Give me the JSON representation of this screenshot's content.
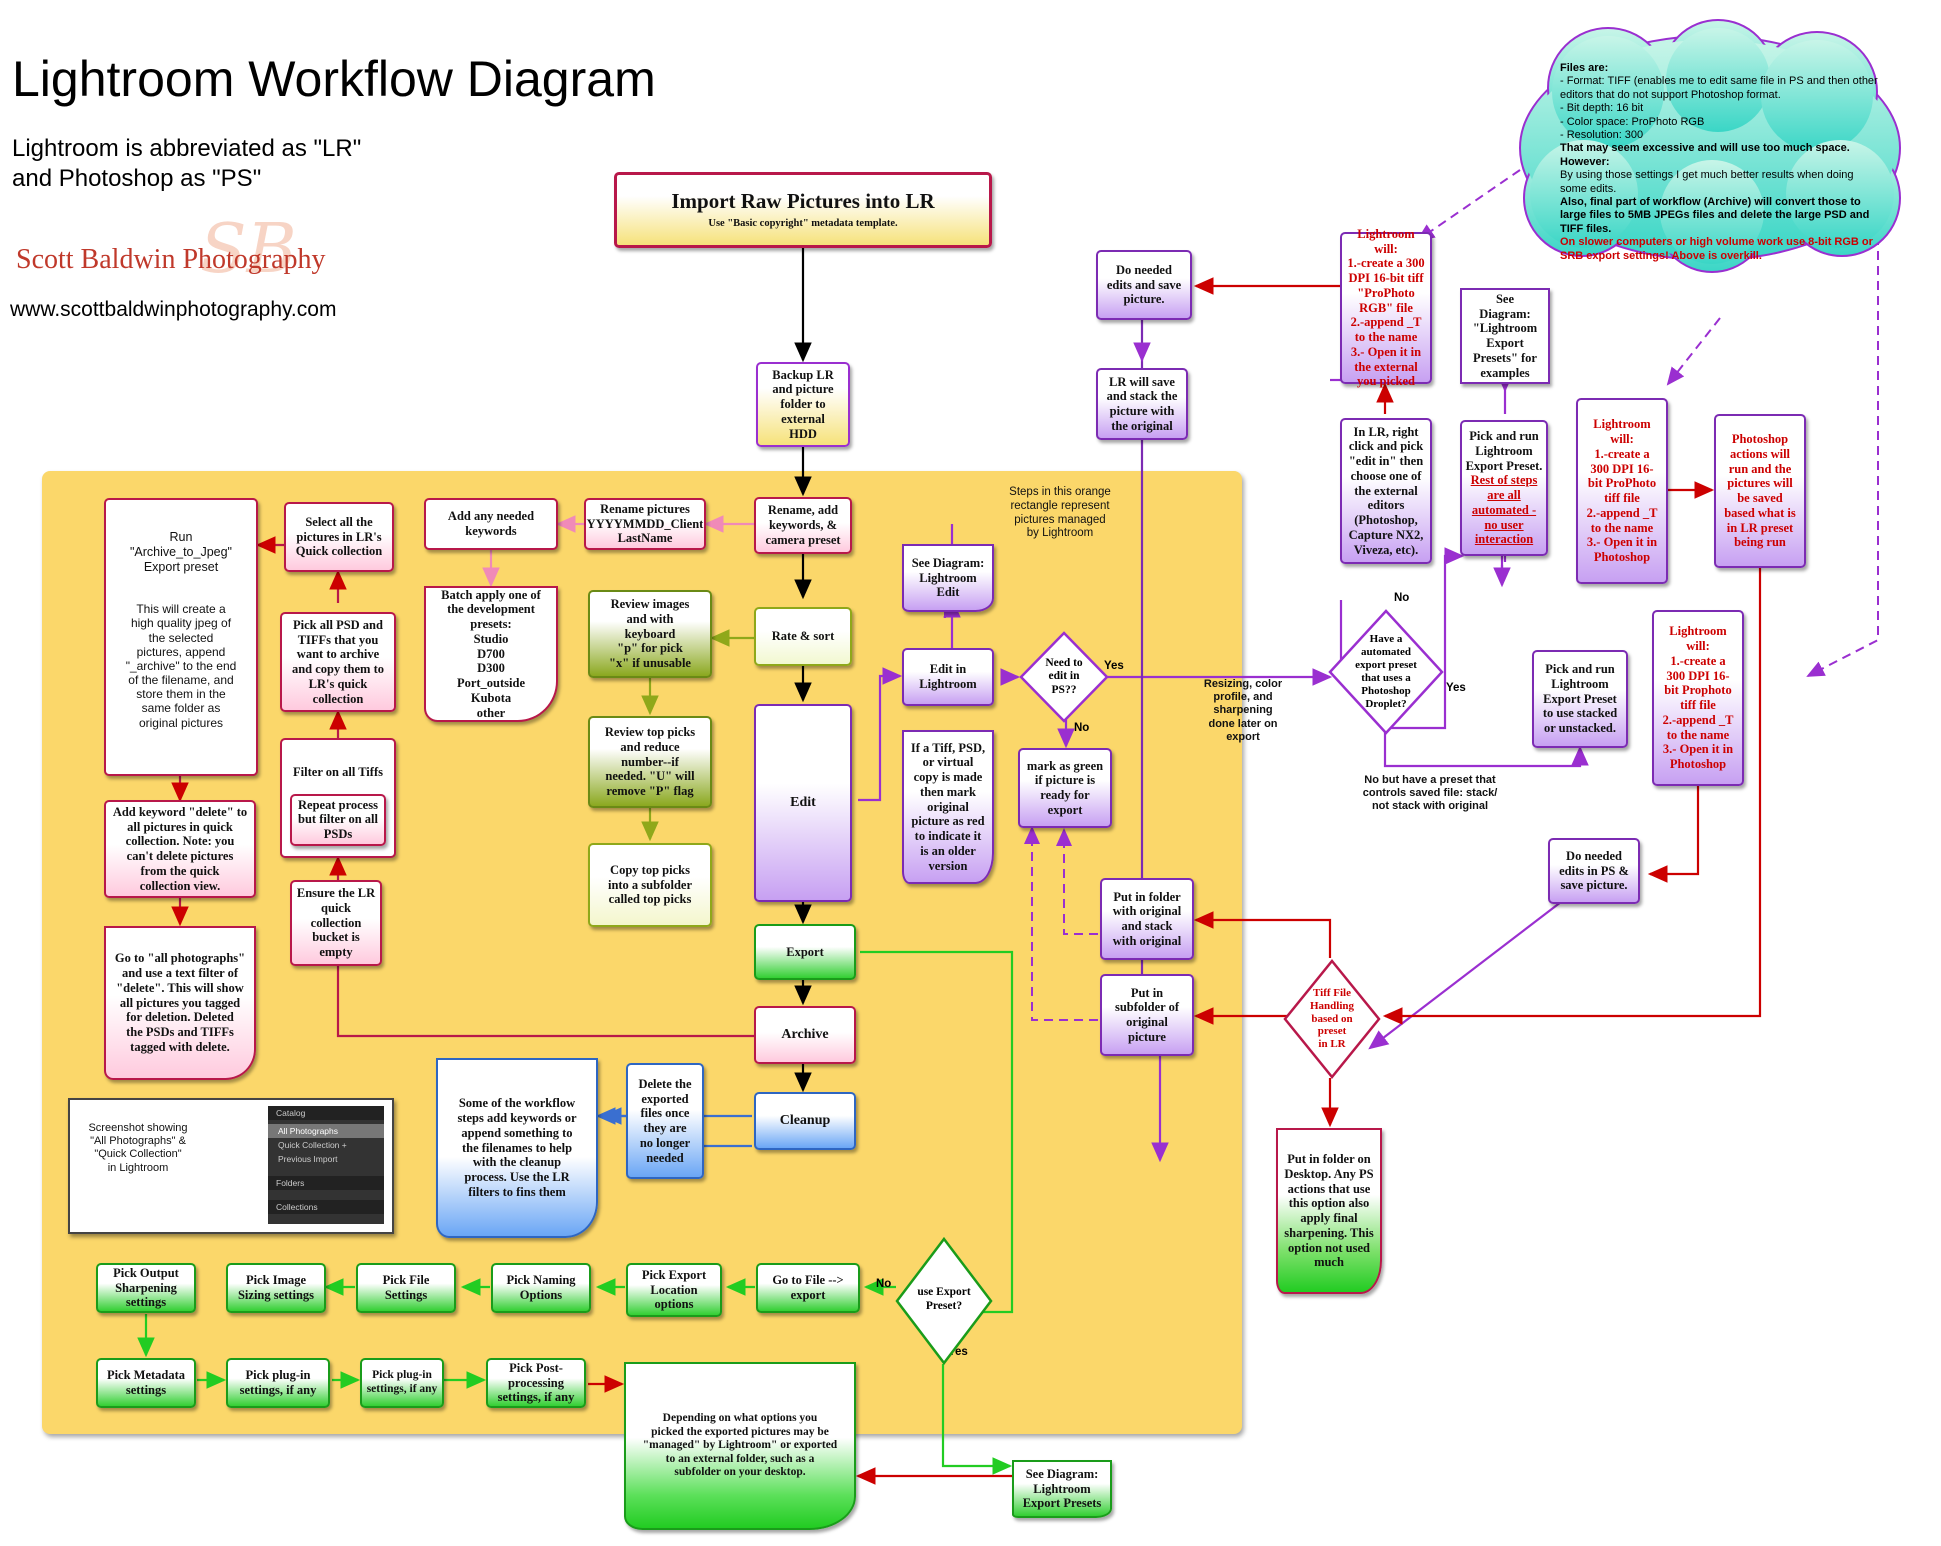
{
  "title": "Lightroom Workflow Diagram",
  "subtitle": "Lightroom is abbreviated as \"LR\"\nand Photoshop as \"PS\"",
  "brand": {
    "name": "Scott Baldwin Photography",
    "monogram": "SB",
    "url": "www.scottbaldwinphotography.com"
  },
  "colors": {
    "orange_area": "#fbd76a",
    "pink_border": "#b8184a",
    "purple_border": "#7c2bb3",
    "green_border": "#1a9c1a",
    "blue_border": "#2e66c2",
    "arrow_red": "#cc0000",
    "arrow_purple": "#9a2fd0",
    "arrow_green": "#33dd33"
  },
  "orange_note": "Steps in this orange\nrectangle represent\npictures  managed\nby Lightroom",
  "cloud": {
    "l1": "Files are:",
    "l2": "- Format: TIFF (enables me to edit same file in PS and then other editors that do not support Photoshop format.",
    "l3": " - Bit depth: 16 bit",
    "l4": " - Color space: ProPhoto RGB",
    "l5": " - Resolution: 300",
    "l6": "That may seem excessive and will use too much space. However:",
    "l7": "By using those settings I get much better results when doing some edits.",
    "l8": "Also, final part of workflow (Archive) will convert those to large files to 5MB JPEGs files and delete the large PSD and TIFF files.",
    "l9": "On slower computers or high volume work use 8-bit RGB or SRB export settings! Above is overkill."
  },
  "import": {
    "title": "Import Raw Pictures into LR",
    "sub": "Use \"Basic copyright\" metadata template."
  },
  "nodes": {
    "backup": "Backup LR\nand picture\nfolder to\nexternal\nHDD",
    "rename_add": "Rename, add\nkeywords, &\ncamera preset",
    "rename_pics": "Rename  pictures\nYYYYMMDD_Client\nLastName",
    "add_keywords": "Add any needed\nkeywords",
    "batch": "Batch apply one of\nthe development\npresets:\nStudio\nD700\nD300\nPort_outside\nKubota\nother",
    "rate_sort": "Rate & sort",
    "review1": "Review images\nand with\nkeyboard\n\"p\" for pick\n\"x\" if unusable",
    "review2": "Review top picks\nand reduce\nnumber--if\nneeded. \"U\" will\nremove \"P\" flag",
    "copy_top": "Copy top picks\ninto a subfolder\ncalled top picks",
    "edit": "Edit",
    "export": "Export",
    "archive": "Archive",
    "cleanup": "Cleanup",
    "delete_exported": "Delete the\nexported\nfiles once\nthey are\nno longer\nneeded",
    "workflow_note": "Some of the workflow\nsteps add keywords or\nappend something to\nthe filenames to help\nwith the cleanup\nprocess. Use the LR\nfilters to fins them",
    "run_archive_a": "Run\n\"Archive_to_Jpeg\"\nExport preset",
    "run_archive_b": "This will create a\nhigh quality jpeg of\nthe selected\npictures, append\n\"_archive\" to the end\nof the filename, and\nstore them in the\nsame folder as\noriginal pictures",
    "select_all": "Select all the\npictures in LR's\nQuick collection",
    "pick_psd": "Pick all PSD and\nTIFFs that you\nwant to archive\nand copy them to\nLR's quick\ncollection",
    "filter_tiffs": "Filter on all Tiffs",
    "repeat_process": "Repeat process\nbut filter on all\nPSDs",
    "ensure_lr": "Ensure the LR\nquick\ncollection\nbucket is\nempty",
    "add_keyword_delete": "Add keyword \"delete\" to\nall pictures in quick\ncollection.  Note: you\ncan't delete pictures\nfrom the quick\ncollection view.",
    "go_all_photos": "Go to \"all photographs\"\nand use a text filter of\n\"delete\". This will show\nall pictures you tagged\nfor deletion. Deleted\nthe PSDs and TIFFs\ntagged with delete.",
    "see_lr_edit": "See Diagram:\nLightroom\nEdit",
    "edit_in_lr": "Edit in\nLightroom",
    "need_edit_ps": "Need to\nedit in\nPS??",
    "mark_green": "mark as green\nif picture is\nready for\nexport",
    "if_tiff": "If a Tiff, PSD,\nor virtual\ncopy is made\nthen mark\noriginal\npicture as red\nto indicate it\nis an older\nversion",
    "put_folder_stack": "Put in folder\nwith original\nand stack\nwith original",
    "put_subfolder": "Put in\nsubfolder of\noriginal\npicture",
    "do_needed_edits": "Do needed\nedits and save\npicture.",
    "lr_will_save": "LR will save\nand stack the\npicture with\nthe original",
    "lr_will_red": "Lightroom will:\n1.-create a 300\nDPI 16-bit tiff\n\"ProPhoto\nRGB\" file\n2.-append _T\nto the name\n3.- Open it in\nthe external\nyou picked",
    "in_lr_right": "In LR, right\nclick and pick\n\"edit in\" then\nchoose one of\nthe external\neditors\n(Photoshop,\nCapture NX2,\nViveza, etc).",
    "see_diagram_export": "See\nDiagram:\n\"Lightroom\nExport\nPresets\" for\nexamples",
    "pick_run_preset_a": "Pick and run\nLightroom\nExport Preset.",
    "pick_run_preset_b": "Rest of steps\nare all\nautomated -\nno user\ninteraction",
    "lr_will_1": "Lightroom\nwill:\n1.-create a\n300 DPI 16-\nbit ProPhoto\ntiff file\n2.-append _T\nto the name\n3.- Open it in\nPhotoshop",
    "ps_actions": "Photoshop\nactions will\nrun and the\npictures will\nbe saved\nbased what is\nin LR preset\nbeing run",
    "have_auto": "Have a\nautomated\nexport preset\nthat uses a\nPhotoshop\nDroplet?",
    "pick_run_stacked": "Pick and run\nLightroom\nExport Preset\nto use stacked\nor unstacked.",
    "lr_will_2": "Lightroom\nwill:\n1.-create a\n300 DPI 16-\nbit Prophoto\ntiff file\n2.-append _T\nto the name\n3.- Open it in\nPhotoshop",
    "do_needed_ps": "Do needed\nedits in PS &\nsave picture.",
    "tiff_handling": "Tiff File\nHandling\nbased on\npreset\nin LR",
    "put_desktop": "Put in folder on\nDesktop. Any PS\nactions that use\nthis option also\napply final\nsharpening. This\noption not used\nmuch",
    "use_export_preset": "use Export\nPreset?",
    "go_file_export": "Go to File -->\nexport",
    "pick_export_location": "Pick Export\nLocation\noptions",
    "pick_naming": "Pick Naming\nOptions",
    "pick_file_settings": "Pick File\nSettings",
    "pick_image_sizing": "Pick Image\nSizing settings",
    "pick_output_sharp": "Pick Output\nSharpening\nsettings",
    "pick_metadata": "Pick Metadata\nsettings",
    "pick_plugin1": "Pick plug-in\nsettings, if any",
    "pick_plugin2": "Pick plug-in\nsettings, if any",
    "pick_post": "Pick Post-\nprocessing\nsettings, if any",
    "depending": "Depending on what options you\npicked the exported pictures may be\n\"managed\" by Lightroom\" or exported\nto an external folder, such as a\nsubfolder on your desktop.",
    "see_lr_export_presets": "See Diagram:\nLightroom\nExport Presets"
  },
  "labels": {
    "yes1": "Yes",
    "no1": "No",
    "no2": "No",
    "yes2": "Yes",
    "no3": "No",
    "yes3": "Yes",
    "resizing": "Resizing, color\nprofile, and\nsharpening\ndone later on\nexport",
    "no_but": "No but have a preset that\ncontrols saved file: stack/\nnot stack with original"
  },
  "screenshot": {
    "caption": "Screenshot showing\n\"All Photographs\" &\n\"Quick Collection\"\nin Lightroom",
    "catalog": "Catalog",
    "all_photos": "All Photographs",
    "quick": "Quick Collection +",
    "previous": "Previous Import",
    "folders": "Folders",
    "collections": "Collections"
  }
}
